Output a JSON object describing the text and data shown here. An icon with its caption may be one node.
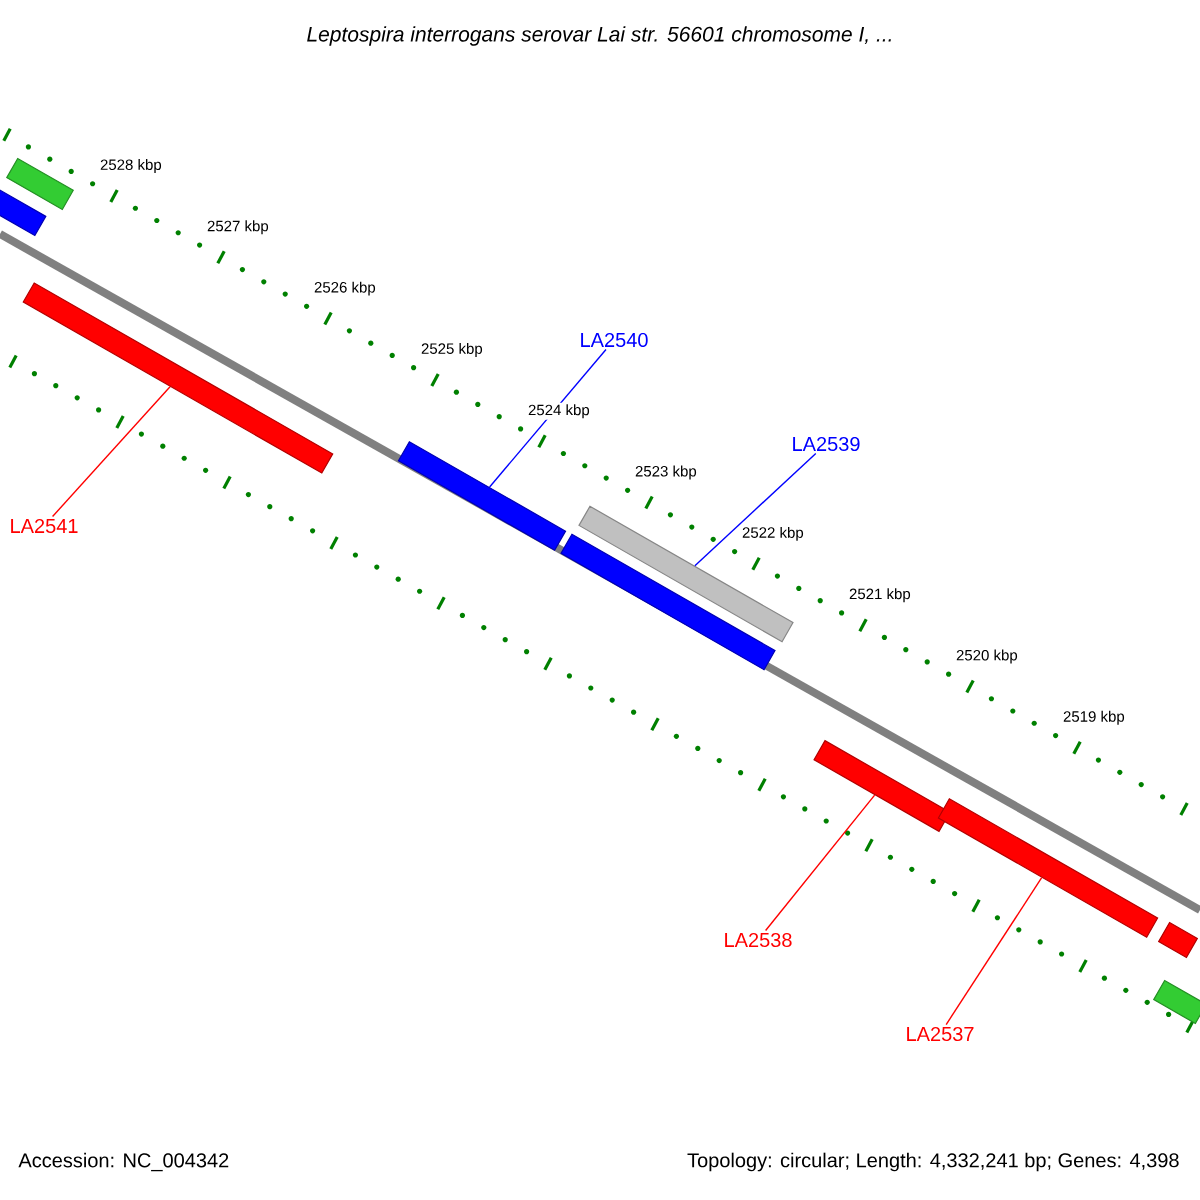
{
  "diagram": {
    "title": "Leptospira interrogans serovar Lai str. 56601 chromosome I, ...",
    "nodes": [
      {
        "text": [],
        "shape": "bar"
      },
      {
        "text": [],
        "shape": "bar"
      },
      {
        "text": [],
        "shape": "bar"
      },
      {
        "text": [
          "LA2540"
        ]
      },
      {
        "text": [
          "LA2539"
        ]
      },
      {
        "text": [],
        "shape": "bar"
      },
      {
        "text": [
          "LA2541"
        ]
      },
      {
        "text": [],
        "shape": "bar"
      },
      {
        "text": [],
        "shape": "bar"
      },
      {
        "text": [],
        "shape": "bar"
      },
      {
        "text": [],
        "shape": "bar"
      },
      {
        "text": [],
        "shape": "bar"
      },
      {
        "text": [
          "LA2538"
        ]
      },
      {
        "text": [],
        "shape": "bar"
      },
      {
        "text": [
          "LA2537"
        ]
      }
    ],
    "edges": [
      {
        "from": 3,
        "to": 5,
        "arrow": "none",
        "color": "#0000ff"
      },
      {
        "from": 4,
        "to": 7,
        "arrow": "none",
        "color": "#0000ff"
      },
      {
        "from": 6,
        "to": 2,
        "arrow": "none"
      },
      {
        "from": 12,
        "to": 9,
        "arrow": "none"
      },
      {
        "from": 14,
        "to": 10,
        "arrow": "none"
      }
    ],
    "labels": [
      "2528 kbp",
      "2527 kbp",
      "2526 kbp",
      "2525 kbp",
      "2524 kbp",
      "2523 kbp",
      "2522 kbp",
      "2521 kbp",
      "2520 kbp",
      "2519 kbp",
      "Accession: NC_004342",
      "Topology: circular; Length: 4,332,241 bp; Genes: 4,398"
    ]
  }
}
